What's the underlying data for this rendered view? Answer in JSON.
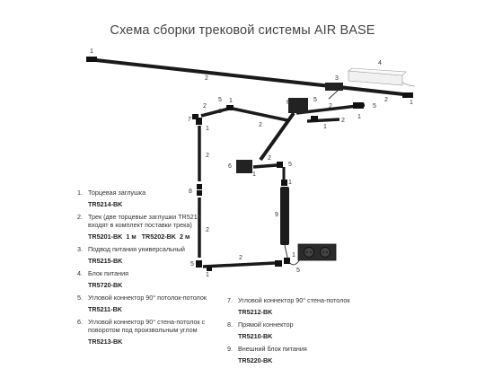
{
  "title": "Схема сборки трековой системы AIR BASE",
  "callouts": [
    "1",
    "2",
    "3",
    "4",
    "5",
    "6",
    "7",
    "8",
    "9"
  ],
  "legend_left": [
    {
      "num": "1.",
      "text": "Торцевая заглушка",
      "codes": [
        "TR5214-BK"
      ]
    },
    {
      "num": "2.",
      "text": "Трек (две торцевые заглушки TR5214 входят в комплект поставки трека)",
      "codes": [
        "TR5201-BK  1 м",
        "TR5202-BK  2 м"
      ]
    },
    {
      "num": "3.",
      "text": "Подвод питания универсальный",
      "codes": [
        "TR5215-BK"
      ]
    },
    {
      "num": "4.",
      "text": "Блок питания",
      "codes": [
        "TR5720-BK"
      ]
    },
    {
      "num": "5.",
      "text": "Угловой коннектор 90° потолок-потолок",
      "codes": [
        "TR5211-BK"
      ]
    },
    {
      "num": "6.",
      "text": "Угловой коннектор 90° стена-потолок с поворотом под произвольным углом",
      "codes": [
        "TR5213-BK"
      ]
    }
  ],
  "legend_right": [
    {
      "num": "7.",
      "text": "Угловой коннектор 90° стена-потолок",
      "codes": [
        "TR5212-BK"
      ]
    },
    {
      "num": "8.",
      "text": "Прямой коннектор",
      "codes": [
        "TR5210-BK"
      ]
    },
    {
      "num": "9.",
      "text": "Внешний блок питания",
      "codes": [
        "TR5220-BK"
      ]
    }
  ]
}
